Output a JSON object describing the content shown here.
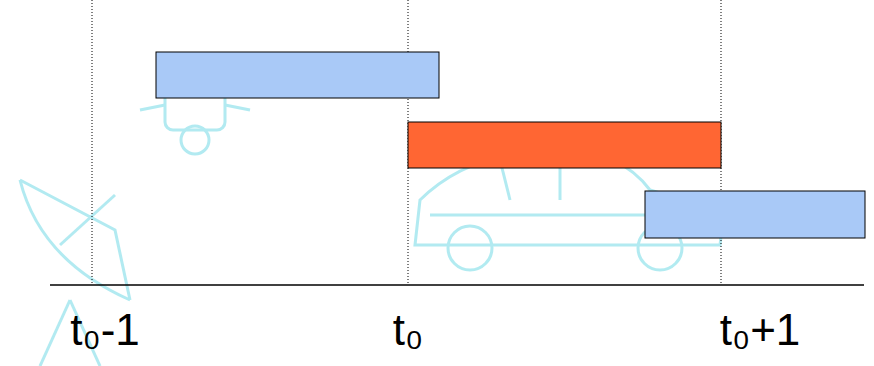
{
  "diagram": {
    "labels": [
      "t₀-1",
      "t₀",
      "t₀+1"
    ]
  }
}
